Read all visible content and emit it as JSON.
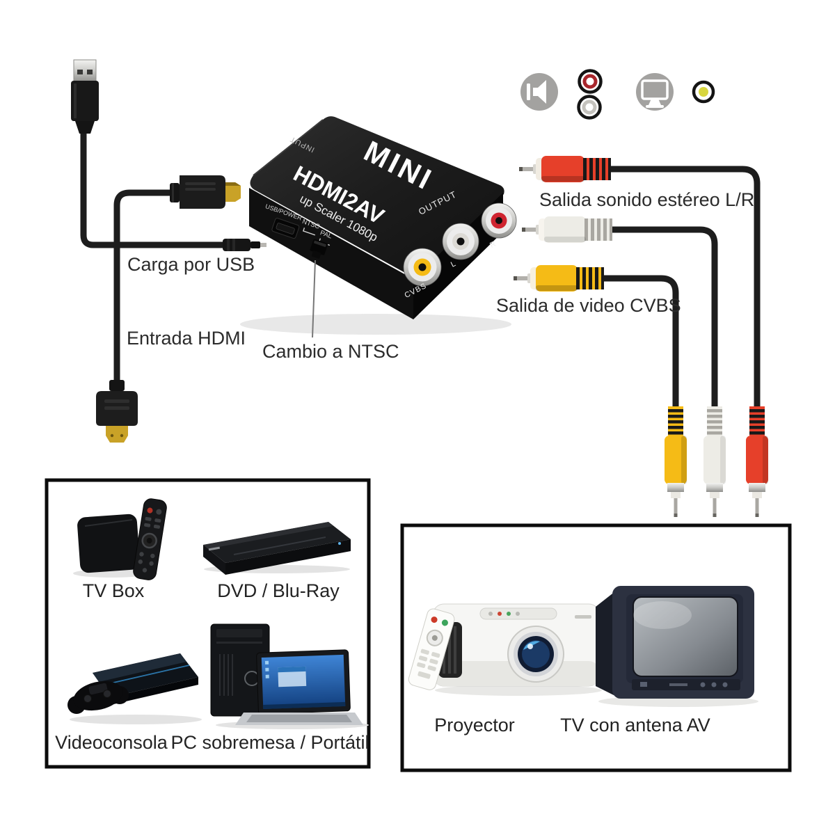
{
  "diagram": {
    "converter": {
      "brand": "MINI",
      "model": "HDMI2AV",
      "subtitle": "up Scaler 1080p",
      "top_input_label": "INPUT",
      "top_output_label": "OUTPUT",
      "front_usb_label": "USB/POWER",
      "front_ntsc_label": "NTSC",
      "front_pal_label": "PAL",
      "jack_cvbs_label": "CVBS",
      "jack_left_label": "L",
      "jack_right_label": "R"
    },
    "callouts": {
      "usb_power": "Carga por USB",
      "hdmi_input": "Entrada HDMI",
      "ntsc_switch": "Cambio a NTSC",
      "stereo_output": "Salida sonido estéreo L/R",
      "video_output": "Salida de video CVBS"
    },
    "legend_icons": {
      "items": [
        "speaker-icon",
        "rca-red-icon",
        "rca-white-icon",
        "monitor-icon",
        "rca-yellow-icon"
      ]
    },
    "source_devices": {
      "items": [
        {
          "label": "TV Box",
          "icon": "tv-box"
        },
        {
          "label": "DVD / Blu-Ray",
          "icon": "dvd-bluray-player"
        },
        {
          "label": "Videoconsola",
          "icon": "game-console"
        },
        {
          "label": "PC sobremesa / Portátil",
          "icon": "desktop-and-laptop"
        }
      ]
    },
    "display_devices": {
      "items": [
        {
          "label": "Proyector",
          "icon": "projector"
        },
        {
          "label": "TV con antena AV",
          "icon": "crt-tv"
        }
      ]
    },
    "colors": {
      "cable": "#1d1d1d",
      "rca_red": "#e6402a",
      "rca_white": "#edece6",
      "rca_yellow": "#f5bb16",
      "icon_gray": "#a3a2a0",
      "label_text": "#2b2b2b"
    }
  }
}
